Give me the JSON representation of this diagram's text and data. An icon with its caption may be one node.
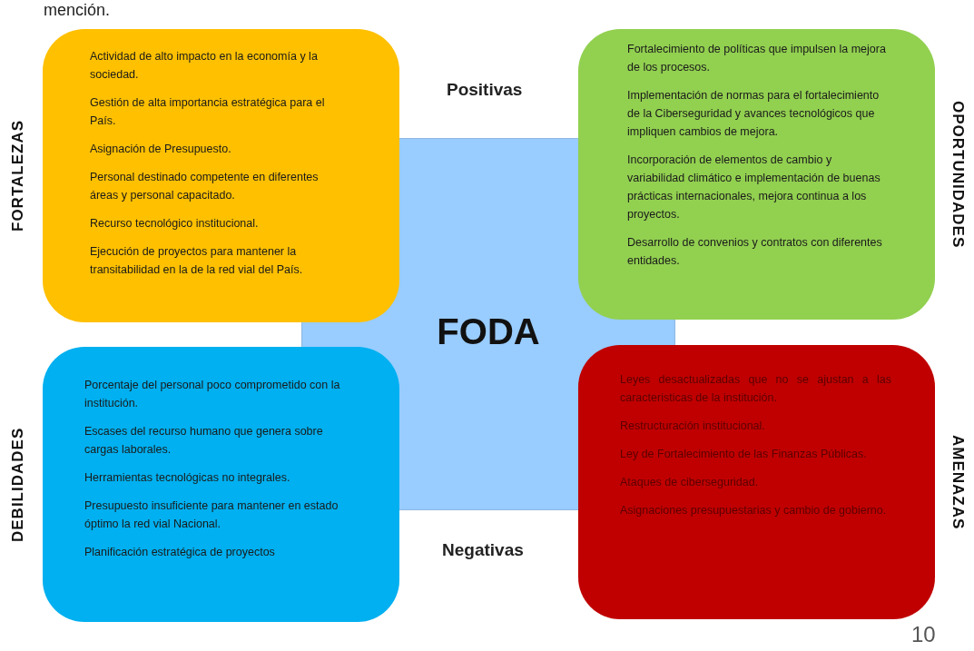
{
  "diagram": {
    "nodes": [
      {
        "text": [
          "FORTALEZAS",
          "Actividad de alto impacto en la economía y la sociedad.",
          "Gestión de alta importancia estratégica para el País.",
          "Asignación de Presupuesto.",
          "Personal destinado competente en diferentes áreas y personal capacitado.",
          "Recurso tecnológico institucional.",
          "Ejecución de proyectos para mantener la transitabilidad en la de la red vial del País."
        ]
      },
      {
        "text": [
          "OPORTUNIDADES",
          "Fortalecimiento de políticas que impulsen la mejora de los procesos.",
          "Implementación de normas para el fortalecimiento de la Ciberseguridad y avances tecnológicos que impliquen cambios de mejora.",
          "Incorporación de elementos de cambio y variabilidad climático e implementación de buenas prácticas internacionales, mejora continua a los proyectos.",
          "Desarrollo de convenios y contratos con diferentes entidades."
        ]
      },
      {
        "text": [
          "FODA"
        ]
      },
      {
        "text": [
          "DEBILIDADES",
          "Porcentaje del personal poco comprometido con la institución.",
          "Escases del recurso humano que genera sobre cargas laborales.",
          "Herramientas tecnológicas no integrales.",
          "Presupuesto insuficiente para mantener en estado óptimo la red vial Nacional.",
          "Planificación estratégica de proyectos"
        ]
      },
      {
        "text": [
          "AMENAZAS",
          "Leyes desactualizadas que no se ajustan a las caracteristicas de la institución.",
          "Restructuración institucional.",
          "Ley de Fortalecimiento de las Finanzas Públicas.",
          "Ataques de ciberseguridad.",
          "Asignaciones presupuestarias y cambio de gobierno."
        ]
      }
    ],
    "edges": [],
    "labels": [
      "mención.",
      "Positivas",
      "Negativas",
      "10"
    ]
  }
}
